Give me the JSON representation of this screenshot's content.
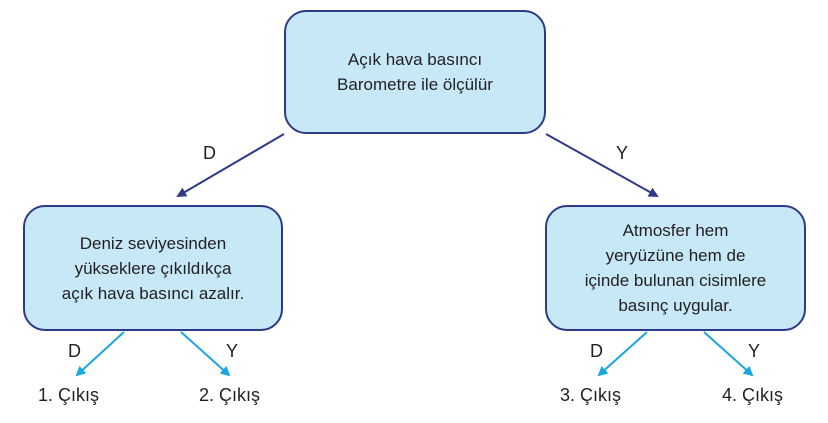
{
  "nodes": {
    "root": {
      "lines": [
        "Açık hava basıncı",
        "Barometre ile ölçülür"
      ]
    },
    "left": {
      "lines": [
        "Deniz seviyesinden",
        "yükseklere çıkıldıkça",
        "açık hava basıncı azalır."
      ]
    },
    "right": {
      "lines": [
        "Atmosfer hem",
        "yeryüzüne hem de",
        "içinde bulunan cisimlere",
        "basınç uygular."
      ]
    }
  },
  "branch_labels": {
    "root_true": "D",
    "root_false": "Y",
    "left_true": "D",
    "left_false": "Y",
    "right_true": "D",
    "right_false": "Y"
  },
  "outputs": [
    "1. Çıkış",
    "2. Çıkış",
    "3. Çıkış",
    "4. Çıkış"
  ],
  "colors": {
    "box_fill": "#c6e8f7",
    "box_border": "#2e3a87",
    "top_arrow": "#2e3a87",
    "bottom_arrow": "#1aa7dd",
    "text": "#231f20"
  }
}
